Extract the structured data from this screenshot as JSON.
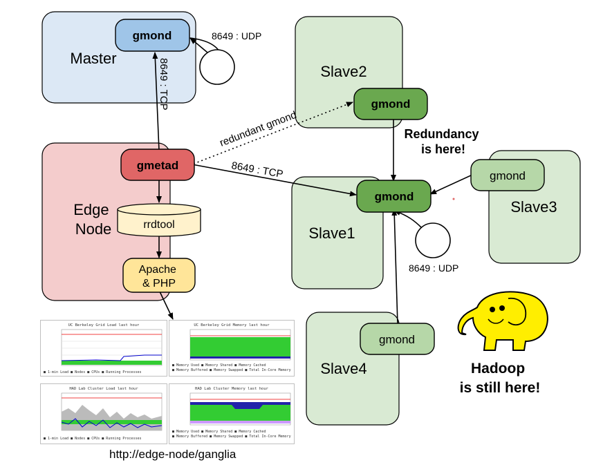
{
  "nodes": {
    "master": "Master",
    "slave2": "Slave2",
    "edge": [
      "Edge",
      "Node"
    ],
    "slave1": "Slave1",
    "slave3": "Slave3",
    "slave4": "Slave4"
  },
  "daemons": {
    "gmond": "gmond",
    "gmetad": "gmetad",
    "rrdtool": "rrdtool",
    "apache": [
      "Apache",
      "& PHP"
    ]
  },
  "edges": {
    "udp_master": "8649 : UDP",
    "tcp_master": "8649 : TCP",
    "redundant": "redundant gmond",
    "tcp_slave1": "8649 : TCP",
    "udp_slave1": "8649 : UDP"
  },
  "notes": {
    "redundancy": [
      "Redundancy",
      "is here!"
    ],
    "hadoop": [
      "Hadoop",
      "is still here!"
    ]
  },
  "dashboard": {
    "url": "http://edge-node/ganglia",
    "panels": [
      {
        "title": "UC Berkeley Grid Load last hour",
        "legend": [
          "1-min Load",
          "Nodes",
          "CPUs",
          "Running Processes"
        ]
      },
      {
        "title": "UC Berkeley Grid Memory last hour",
        "legend": [
          "Memory Used",
          "Memory Shared",
          "Memory Cached",
          "Memory Buffered",
          "Memory Swapped",
          "Total In-Core Memory"
        ]
      },
      {
        "title": "HAD Lab Cluster Load last hour",
        "legend": [
          "1-min Load",
          "Nodes",
          "CPUs",
          "Running Processes"
        ]
      },
      {
        "title": "HAD Lab Cluster Memory last hour",
        "legend": [
          "Memory Used",
          "Memory Shared",
          "Memory Cached",
          "Memory Buffered",
          "Memory Swapped",
          "Total In-Core Memory"
        ]
      }
    ]
  },
  "colors": {
    "master_fill": "#dce8f5",
    "edge_fill": "#f4cccc",
    "slave_fill": "#d9ead3",
    "gmond_master": "#9fc5e8",
    "gmond_slave_dark": "#6aa84f",
    "gmond_slave_light": "#b6d7a8",
    "gmetad": "#e06666",
    "rrdtool": "#fff2cc",
    "apache": "#ffe599",
    "elephant": "#ffee00"
  }
}
